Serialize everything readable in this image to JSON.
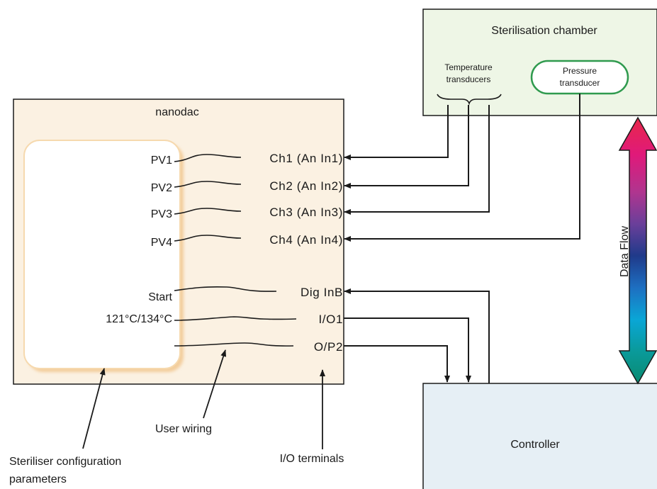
{
  "nanodac": {
    "title": "nanodac"
  },
  "parameters": {
    "pv1": "PV1",
    "pv2": "PV2",
    "pv3": "PV3",
    "pv4": "PV4",
    "start": "Start",
    "temp_select": "121°C/134°C"
  },
  "terminals": {
    "ch1": "Ch1 (An In1)",
    "ch2": "Ch2 (An In2)",
    "ch3": "Ch3 (An In3)",
    "ch4": "Ch4 (An In4)",
    "dig_inb": "Dig InB",
    "io1": "I/O1",
    "op2": "O/P2"
  },
  "chamber": {
    "title": "Sterilisation chamber",
    "temp_transducers_line1": "Temperature",
    "temp_transducers_line2": "transducers",
    "pressure_line1": "Pressure",
    "pressure_line2": "transducer"
  },
  "controller": {
    "title": "Controller"
  },
  "data_flow": {
    "label": "Data Flow"
  },
  "callouts": {
    "user_wiring": "User wiring",
    "io_terminals": "I/O terminals",
    "config_line1": "Steriliser configuration",
    "config_line2": "parameters"
  },
  "colors": {
    "nanodac_fill": "#fbf1e2",
    "chamber_fill": "#eef6e6",
    "controller_fill": "#e6eff5",
    "pressure_border": "#2f9a4e",
    "arrow_gradient": [
      "#e8284a",
      "#e0197a",
      "#8a3f9c",
      "#5b3f9c",
      "#1f3a8a",
      "#1e6fc1",
      "#0aa6d6",
      "#0a9a86"
    ]
  }
}
